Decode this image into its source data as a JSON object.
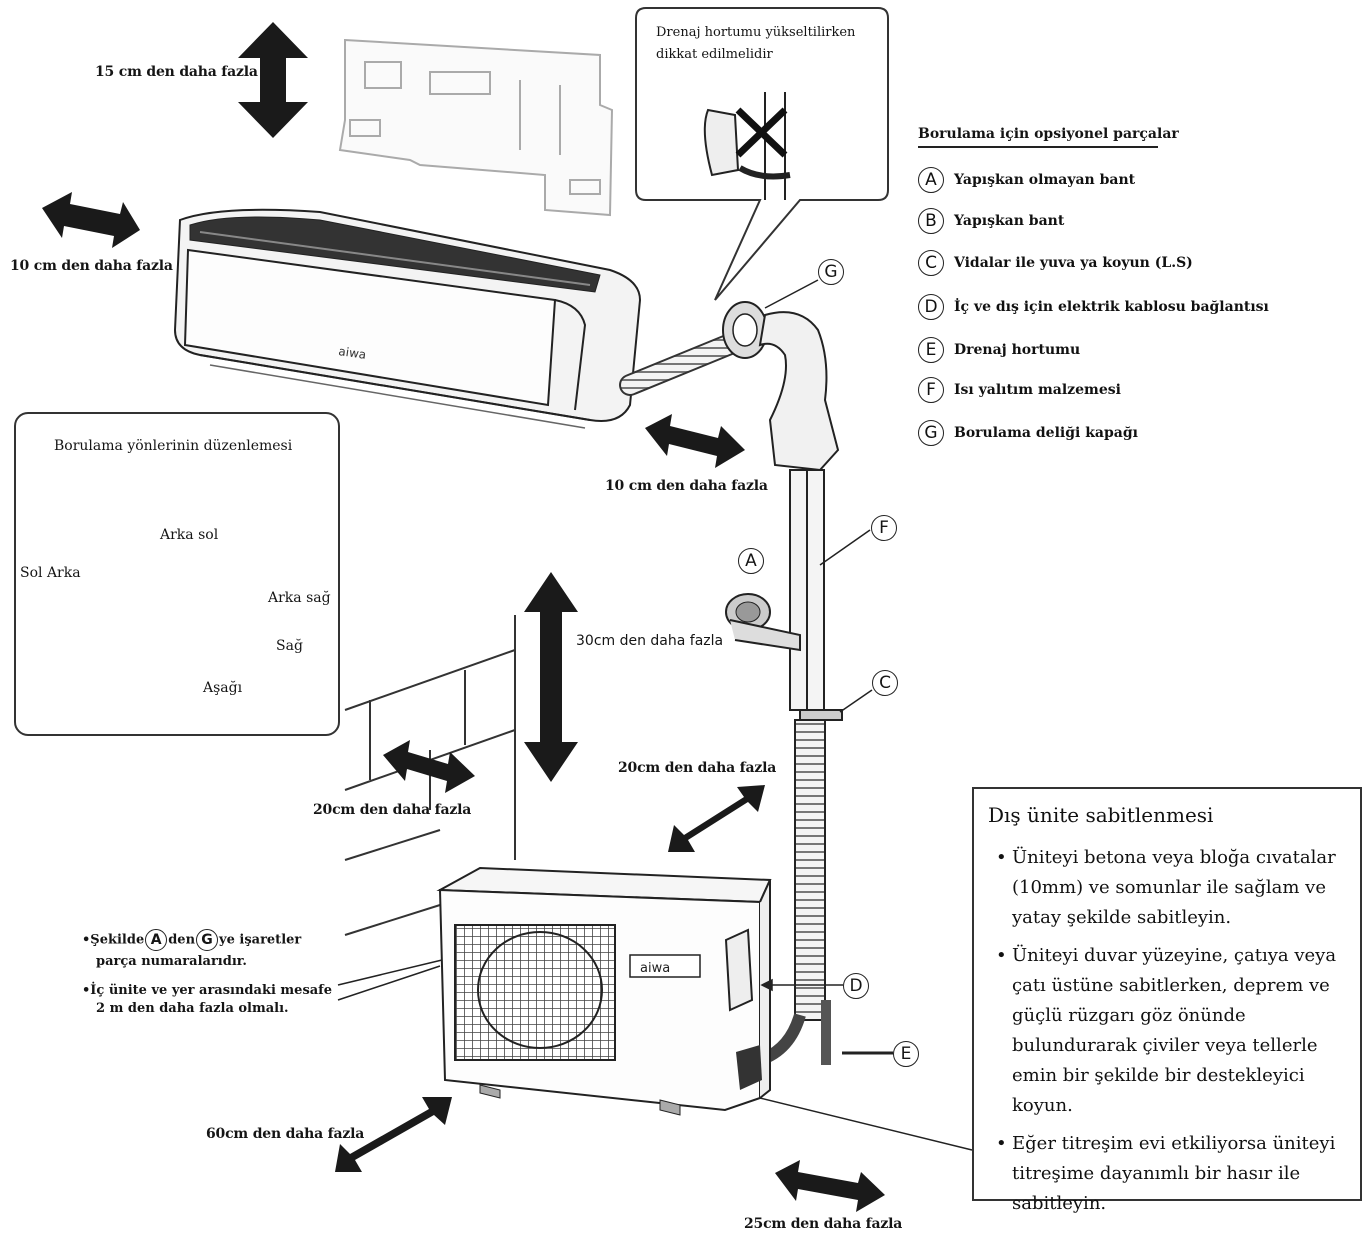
{
  "clearances": {
    "top": "15 cm den daha fazla",
    "left": "10 cm den daha fazla",
    "right": "10 cm den daha fazla",
    "outdoor_top": "30cm den daha fazla",
    "outdoor_left": "20cm den daha fazla",
    "outdoor_right": "20cm den daha fazla",
    "outdoor_front": "60cm den daha fazla",
    "outdoor_back": "25cm den daha fazla"
  },
  "callout": {
    "text_line1": "Drenaj hortumu yükseltilirken",
    "text_line2": "dikkat edilmelidir"
  },
  "brand": "aiwa",
  "legend": {
    "title": "Borulama için opsiyonel parçalar",
    "items": [
      {
        "key": "A",
        "label": "Yapışkan olmayan bant"
      },
      {
        "key": "B",
        "label": "Yapışkan bant"
      },
      {
        "key": "C",
        "label": "Vidalar ile yuva ya koyun (L.S)"
      },
      {
        "key": "D",
        "label": "İç ve dış için elektrik kablosu bağlantısı"
      },
      {
        "key": "E",
        "label": "Drenaj hortumu"
      },
      {
        "key": "F",
        "label": "Isı yalıtım malzemesi"
      },
      {
        "key": "G",
        "label": "Borulama deliği kapağı"
      }
    ]
  },
  "piping_box": {
    "title": "Borulama yönlerinin düzenlemesi",
    "labels": {
      "rear_left": "Arka sol",
      "left_rear": "Sol Arka",
      "rear_right": "Arka sağ",
      "right": "Sağ",
      "down": "Aşağı"
    }
  },
  "markers": {
    "g": "G",
    "f": "F",
    "a": "A",
    "c": "C",
    "d": "D",
    "e": "E"
  },
  "notes": {
    "n1_pre": "•Şekilde",
    "n1_a": "A",
    "n1_mid": "den",
    "n1_g": "G",
    "n1_post": "ye işaretler",
    "n1_line2": "parça numaralarıdır.",
    "n2_line1": "•İç ünite ve yer arasındaki mesafe",
    "n2_line2": "2 m den daha fazla olmalı."
  },
  "fixing": {
    "title": "Dış ünite sabitlenmesi",
    "items": [
      [
        "Üniteyi betona veya bloğa cıvatalar",
        "(10mm) ve somunlar ile sağlam ve",
        "yatay şekilde sabitleyin."
      ],
      [
        "Üniteyi duvar yüzeyine, çatıya veya",
        "çatı üstüne sabitlerken, deprem ve",
        "güçlü rüzgarı göz önünde",
        "bulundurarak çiviler veya tellerle",
        "emin bir şekilde bir destekleyici",
        "koyun."
      ],
      [
        "Eğer titreşim evi etkiliyorsa üniteyi",
        "titreşime dayanımlı bir hasır ile",
        "sabitleyin."
      ]
    ]
  }
}
